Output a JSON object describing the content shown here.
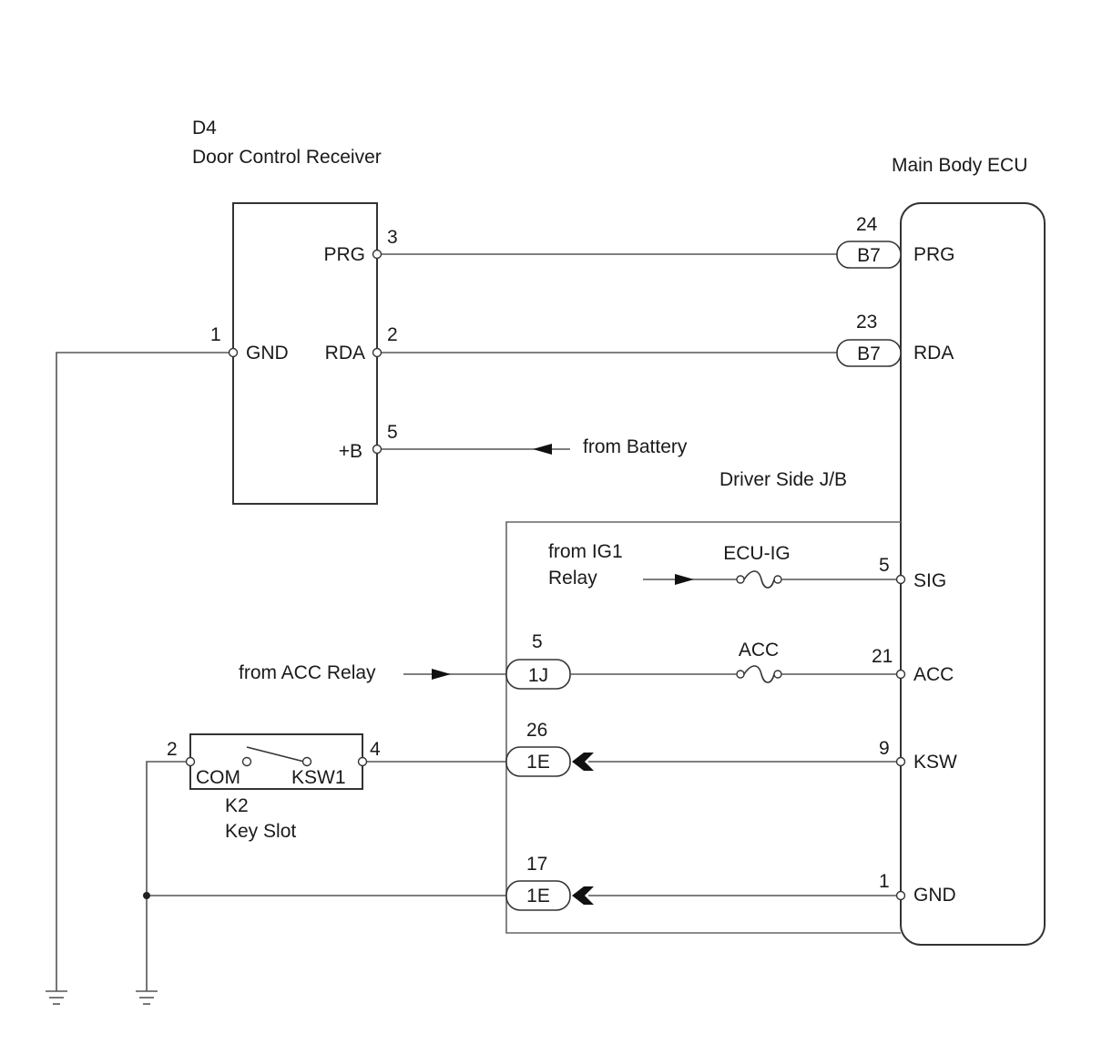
{
  "receiver": {
    "code": "D4",
    "name": "Door Control Receiver",
    "pins": {
      "prg": {
        "label": "PRG",
        "num": "3"
      },
      "rda": {
        "label": "RDA",
        "num": "2"
      },
      "b": {
        "label": "+B",
        "num": "5"
      },
      "gnd": {
        "label": "GND",
        "num": "1"
      }
    }
  },
  "ecu": {
    "name": "Main Body ECU",
    "pins": {
      "prg": {
        "label": "PRG",
        "num": "24"
      },
      "rda": {
        "label": "RDA",
        "num": "23"
      },
      "sig": {
        "label": "SIG",
        "num": "5"
      },
      "acc": {
        "label": "ACC",
        "num": "21"
      },
      "ksw": {
        "label": "KSW",
        "num": "9"
      },
      "gnd": {
        "label": "GND",
        "num": "1"
      }
    }
  },
  "connectors": {
    "b7_prg": "B7",
    "b7_rda": "B7",
    "acc_1j": {
      "label": "1J",
      "num": "5"
    },
    "ksw_1e": {
      "label": "1E",
      "num": "26"
    },
    "gnd_1e": {
      "label": "1E",
      "num": "17"
    }
  },
  "jb": {
    "name": "Driver Side J/B"
  },
  "fuses": {
    "ecu_ig": "ECU-IG",
    "acc": "ACC"
  },
  "sources": {
    "battery": "from Battery",
    "ig1_line1": "from IG1",
    "ig1_line2": "Relay",
    "acc_relay": "from ACC Relay"
  },
  "key_slot": {
    "code": "K2",
    "name": "Key Slot",
    "com": {
      "label": "COM",
      "num": "2"
    },
    "ksw1": {
      "label": "KSW1",
      "num": "4"
    }
  }
}
